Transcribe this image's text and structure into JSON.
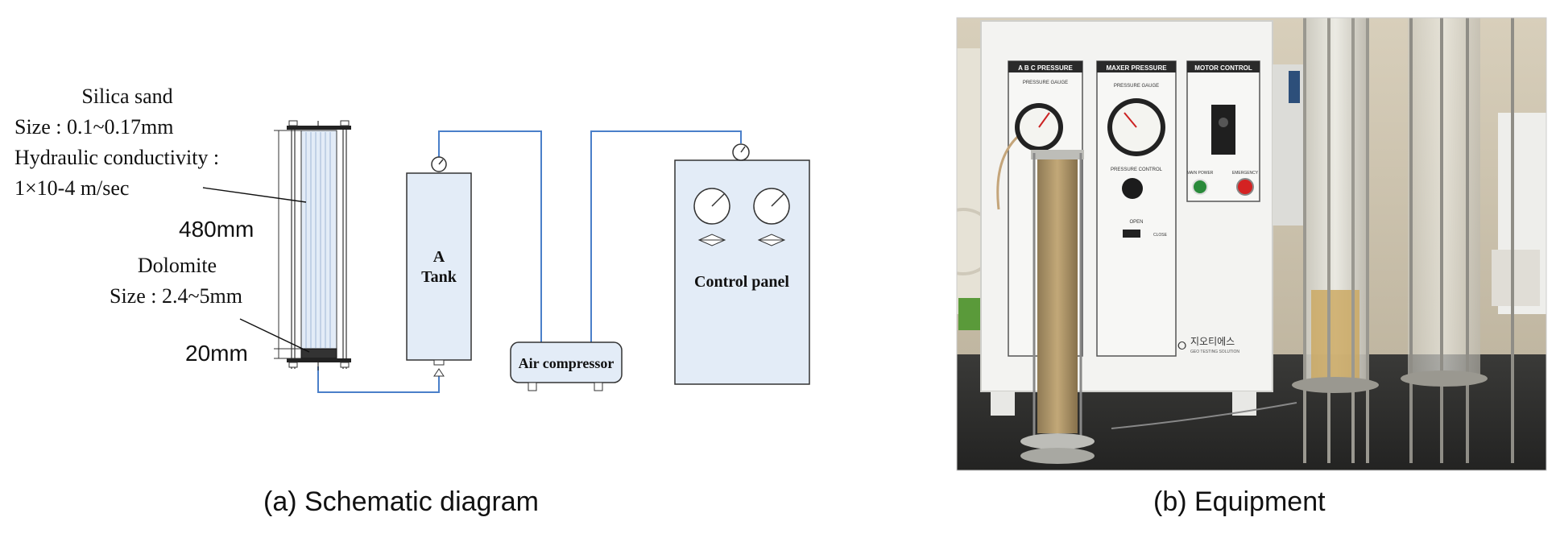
{
  "schematic": {
    "silica_label": "Silica sand",
    "silica_size": "Size : 0.1~0.17mm",
    "hydraulic_label": "Hydraulic conductivity :",
    "hydraulic_value": "1×10-4 m/sec",
    "height_480": "480mm",
    "dolomite_label": "Dolomite",
    "dolomite_size": "Size : 2.4~5mm",
    "height_20": "20mm",
    "tank_label_line1": "A",
    "tank_label_line2": "Tank",
    "compressor_label": "Air compressor",
    "control_panel_label": "Control panel",
    "pipe_color": "#4a7fc9",
    "fill_color": "#e3ecf7"
  },
  "photo": {
    "panel_abc_title": "A B C PRESSURE",
    "panel_maxer_title": "MAXER PRESSURE",
    "panel_motor_title": "MOTOR CONTROL",
    "pressure_gauge_label": "PRESSURE GAUGE",
    "pressure_control_label": "PRESSURE CONTROL",
    "open_label": "OPEN",
    "close_label": "CLOSE",
    "main_power_label": "MAIN POWER",
    "emergency_label": "EMERGENCY",
    "brand_name": "지오티에스",
    "brand_sub": "GEO TESTING SOLUTION"
  },
  "captions": {
    "left": "(a) Schematic diagram",
    "right": "(b) Equipment"
  }
}
